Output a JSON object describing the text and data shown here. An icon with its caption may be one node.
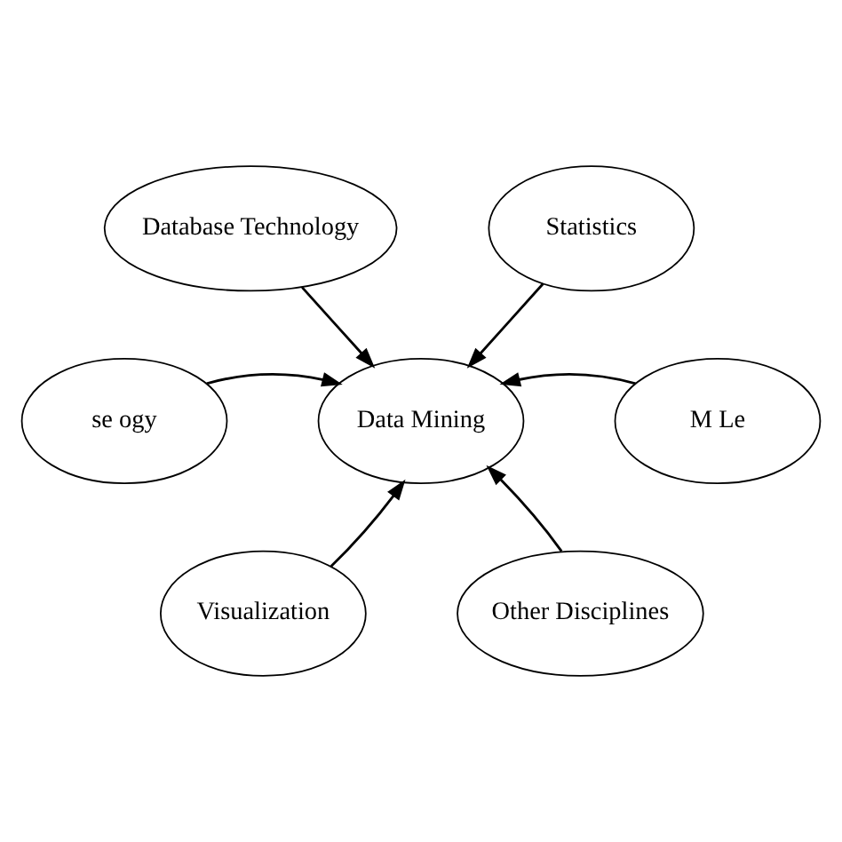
{
  "diagram": {
    "nodes": [
      {
        "text": [
          "Database Technology"
        ]
      },
      {
        "text": [
          "Statistics"
        ]
      },
      {
        "text": [
          "se ogy"
        ]
      },
      {
        "text": [
          "Data Mining"
        ]
      },
      {
        "text": [
          "M Le"
        ]
      },
      {
        "text": [
          "Visualization"
        ]
      },
      {
        "text": [
          "Other Disciplines"
        ]
      }
    ],
    "edges": [
      {
        "from": 0,
        "to": 3,
        "arrow": "to"
      },
      {
        "from": 1,
        "to": 3,
        "arrow": "to"
      },
      {
        "from": 2,
        "to": 3,
        "arrow": "to"
      },
      {
        "from": 4,
        "to": 3,
        "arrow": "to"
      },
      {
        "from": 5,
        "to": 3,
        "arrow": "to"
      },
      {
        "from": 6,
        "to": 3,
        "arrow": "to"
      }
    ]
  }
}
